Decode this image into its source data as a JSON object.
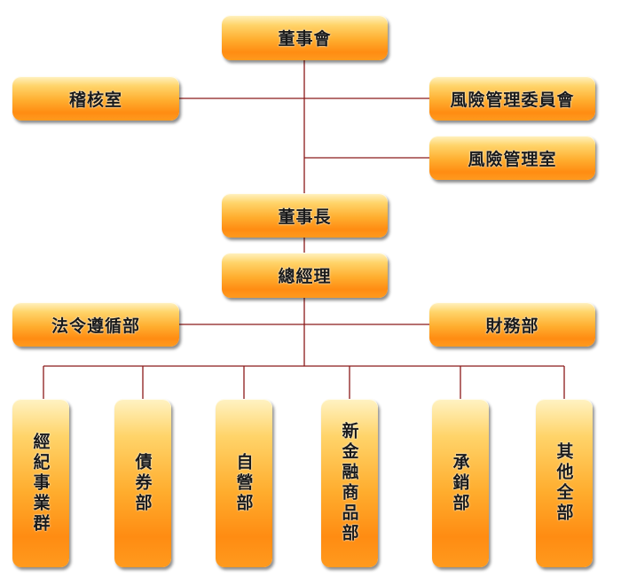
{
  "chart": {
    "board": "董事會",
    "audit": "稽核室",
    "risk_committee": "風險管理委員會",
    "risk_office": "風險管理室",
    "chairman": "董事長",
    "president": "總經理",
    "compliance": "法令遵循部",
    "finance": "財務部",
    "departments": [
      "經紀事業群",
      "債券部",
      "自營部",
      "新金融商品部",
      "承銷部",
      "其他全部"
    ]
  },
  "colors": {
    "line": "#8b1a1a",
    "box_top": "#fff3c4",
    "box_bottom": "#ff8c12"
  }
}
